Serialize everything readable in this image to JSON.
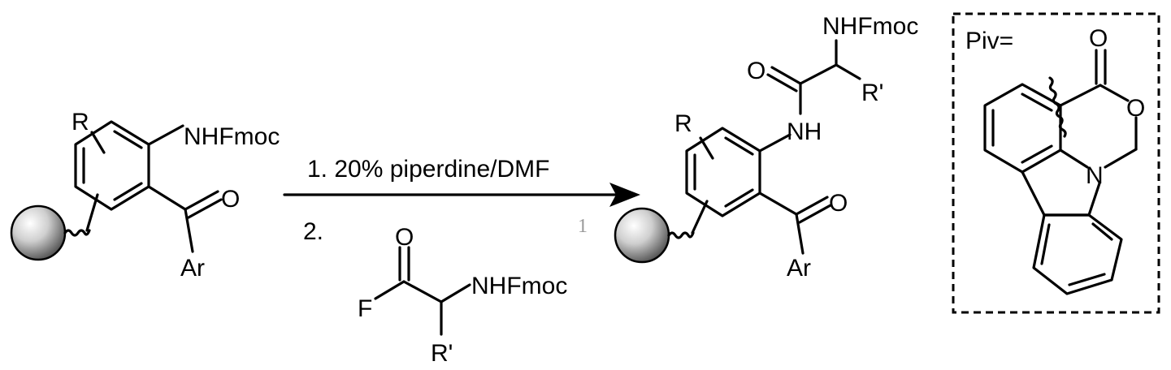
{
  "reagents": {
    "step1": "1. 20% piperdine/DMF",
    "step2": "2."
  },
  "start_material": {
    "r_label": "R",
    "nh_label": "NHFmoc",
    "o_label": "O",
    "ar_label": "Ar"
  },
  "acyl_fluoride": {
    "o_label": "O",
    "f_label": "F",
    "nh_label": "NHFmoc",
    "r_label": "R'"
  },
  "product": {
    "r_label": "R",
    "nh_label": "NH",
    "amide_o_label": "O",
    "top_nh_label": "NHFmoc",
    "r_prime_label": "R'",
    "ketone_o_label": "O",
    "ar_label": "Ar"
  },
  "compound_number": "1",
  "piv_box": {
    "title": "Piv=",
    "carbonyl_o": "O",
    "ring_o": "O",
    "n_label": "N"
  },
  "colors": {
    "ink": "#000000",
    "sphere_light": "#ffffff",
    "sphere_dark": "#4a4a4a",
    "artifact_text": "#999999"
  }
}
